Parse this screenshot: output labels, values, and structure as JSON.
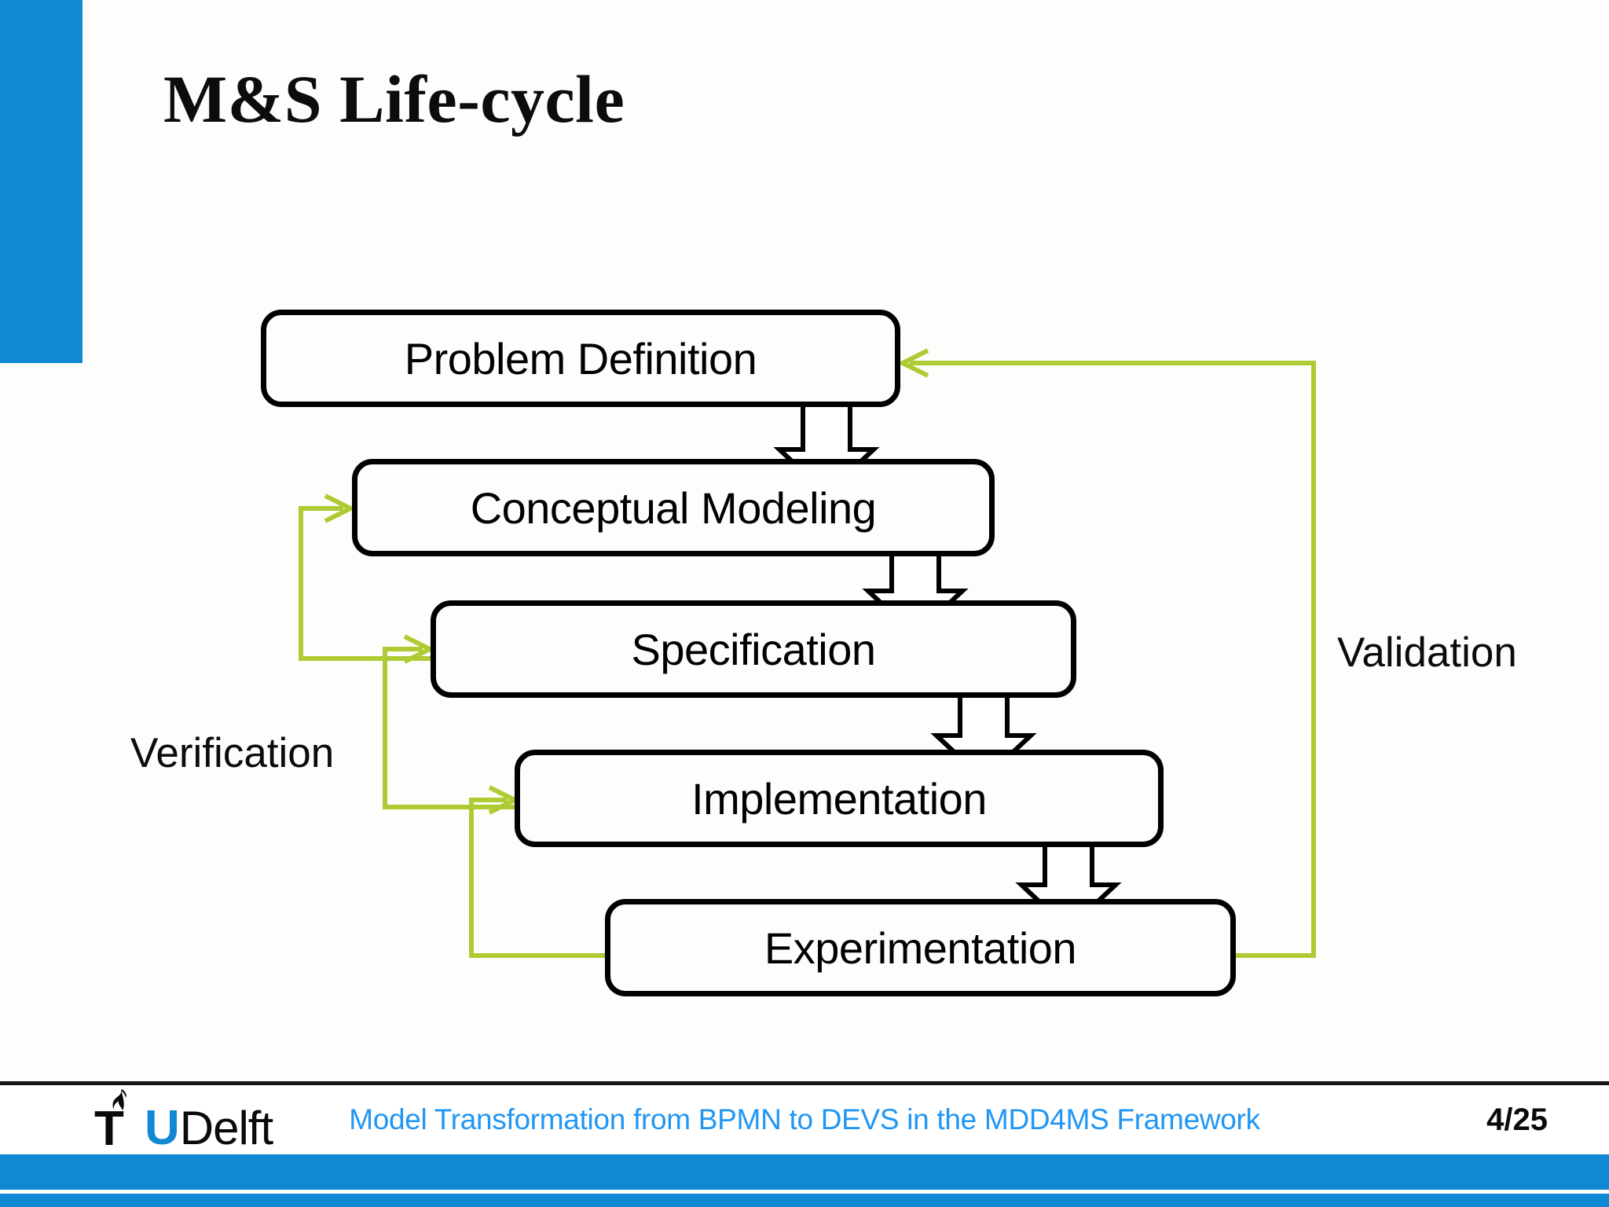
{
  "slide": {
    "title": "M&S Life-cycle",
    "accent_color": "#1088d4",
    "flow_arrow_color": "#000000",
    "loop_arrow_color": "#aecb33"
  },
  "diagram": {
    "type": "flow-cycle",
    "stages": [
      {
        "label": "Problem Definition"
      },
      {
        "label": "Conceptual Modeling"
      },
      {
        "label": "Specification"
      },
      {
        "label": "Implementation"
      },
      {
        "label": "Experimentation"
      }
    ],
    "loops": [
      {
        "label": "Verification"
      },
      {
        "label": "Validation"
      }
    ]
  },
  "footer": {
    "caption": "Model Transformation from BPMN to DEVS in the MDD4MS Framework",
    "page": "4/25",
    "logo": {
      "t": "T",
      "u": "U",
      "delft": "Delft",
      "flame": "flame-icon"
    }
  }
}
